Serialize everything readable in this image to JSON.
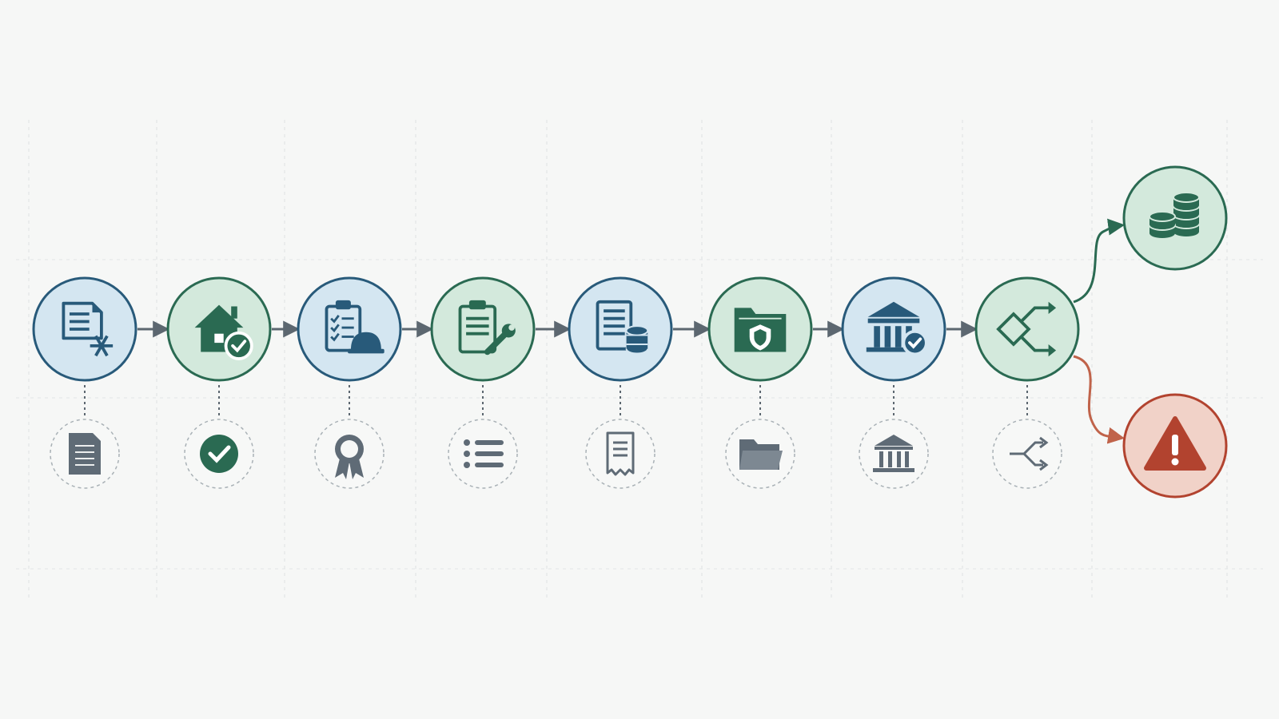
{
  "colors": {
    "background": "#f6f7f6",
    "blue_fill": "#d4e6f1",
    "blue_stroke": "#285a7a",
    "green_fill": "#d3e9dc",
    "green_stroke": "#2a6a52",
    "red_fill": "#f1d2c8",
    "red_stroke": "#b2432f",
    "arrow_gray": "#5c6770",
    "secondary_gray": "#5f6b76"
  },
  "steps": [
    {
      "icon": "document-snowflake-icon",
      "theme": "blue",
      "secondary_icon": "document-icon"
    },
    {
      "icon": "house-check-icon",
      "theme": "green",
      "secondary_icon": "check-circle-icon"
    },
    {
      "icon": "clipboard-hardhat-icon",
      "theme": "blue",
      "secondary_icon": "award-ribbon-icon"
    },
    {
      "icon": "clipboard-wrench-icon",
      "theme": "green",
      "secondary_icon": "list-icon"
    },
    {
      "icon": "document-database-icon",
      "theme": "blue",
      "secondary_icon": "receipt-icon"
    },
    {
      "icon": "folder-shield-icon",
      "theme": "green",
      "secondary_icon": "folder-icon"
    },
    {
      "icon": "bank-check-icon",
      "theme": "blue",
      "secondary_icon": "bank-icon"
    },
    {
      "icon": "decision-split-icon",
      "theme": "green",
      "secondary_icon": "split-arrows-icon"
    }
  ],
  "outcomes": [
    {
      "icon": "coins-stack-icon",
      "theme": "green"
    },
    {
      "icon": "warning-triangle-icon",
      "theme": "red"
    }
  ]
}
